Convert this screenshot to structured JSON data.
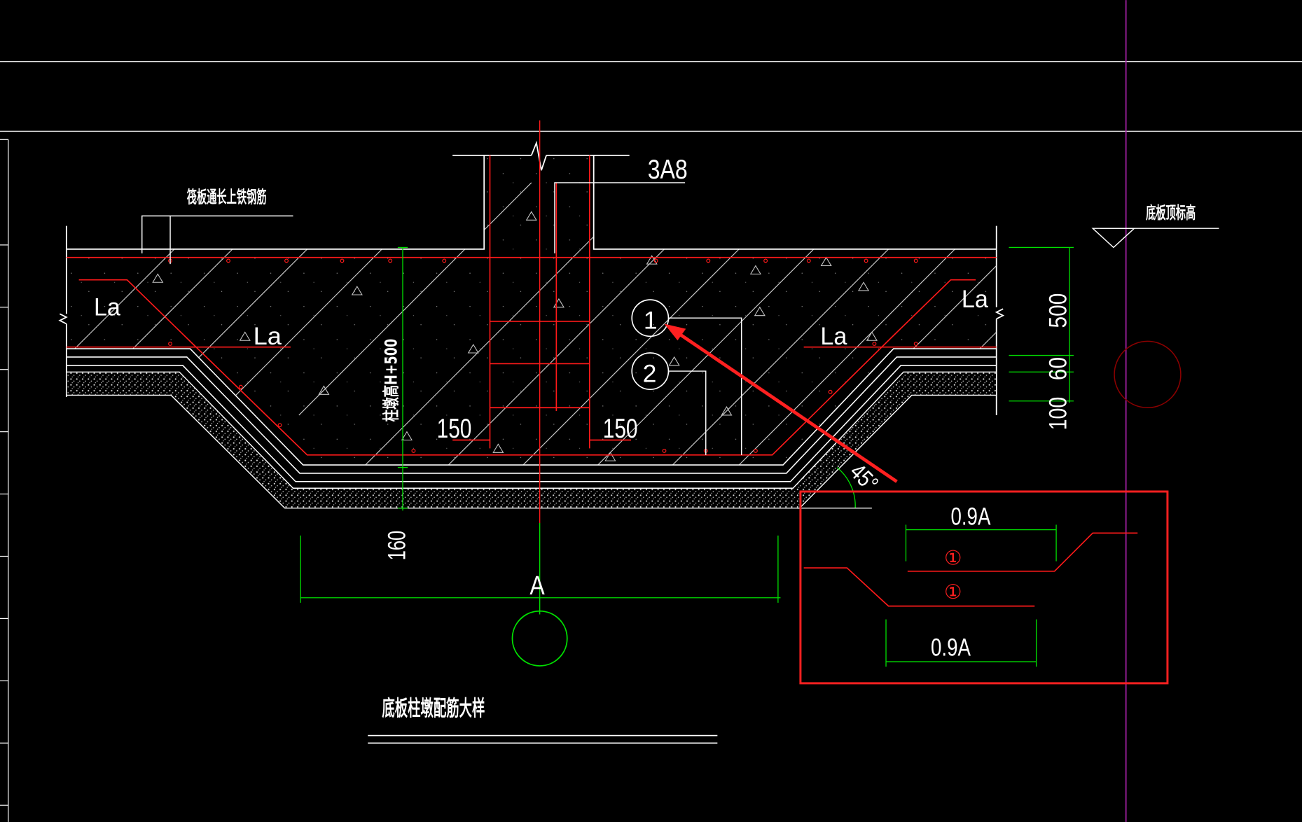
{
  "drawing": {
    "title": "底板柱墩配筋大样",
    "note_top_left": "筏板通长上铁钢筋",
    "note_top_right": "底板顶标高",
    "rebar_label": "3A8",
    "anchor_label": "La",
    "dim_150": "150",
    "dim_500": "500",
    "dim_60": "60",
    "dim_100": "100",
    "dim_160": "160",
    "dim_A": "A",
    "angle": "45°",
    "height_label": "柱墩高H+500",
    "callout_1": "1",
    "callout_2": "2"
  },
  "detail_box": {
    "top_dim": "0.9A",
    "bottom_dim": "0.9A",
    "mark_1": "①",
    "mark_2": "①"
  },
  "colors": {
    "background": "#000000",
    "outline": "#ffffff",
    "rebar": "#ff1a1a",
    "dimension": "#00e000",
    "hatch": "#c8c8c8",
    "magenta_line": "#a020a0",
    "highlight_box": "#ff2020",
    "dark_circle": "#8b0000"
  }
}
